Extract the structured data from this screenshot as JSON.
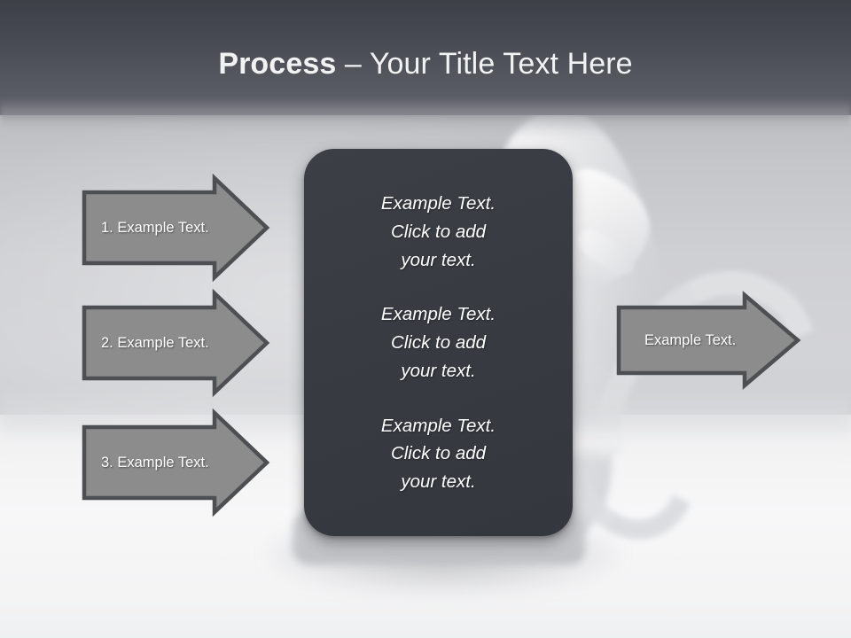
{
  "slide": {
    "title_bold": "Process",
    "title_rest": " – Your Title Text Here",
    "header_color": "#474a52",
    "accent_color": "#8c8c8c",
    "panel_color": "#383b42"
  },
  "input_arrows": [
    {
      "label": "1. Example Text."
    },
    {
      "label": "2. Example Text."
    },
    {
      "label": "3. Example Text."
    }
  ],
  "center_panel": {
    "blocks": [
      {
        "text": "Example Text.\nClick  to add\nyour text."
      },
      {
        "text": "Example Text.\nClick  to add\nyour text."
      },
      {
        "text": "Example Text.\nClick  to add\nyour text."
      }
    ]
  },
  "output_arrow": {
    "label": "Example Text."
  }
}
